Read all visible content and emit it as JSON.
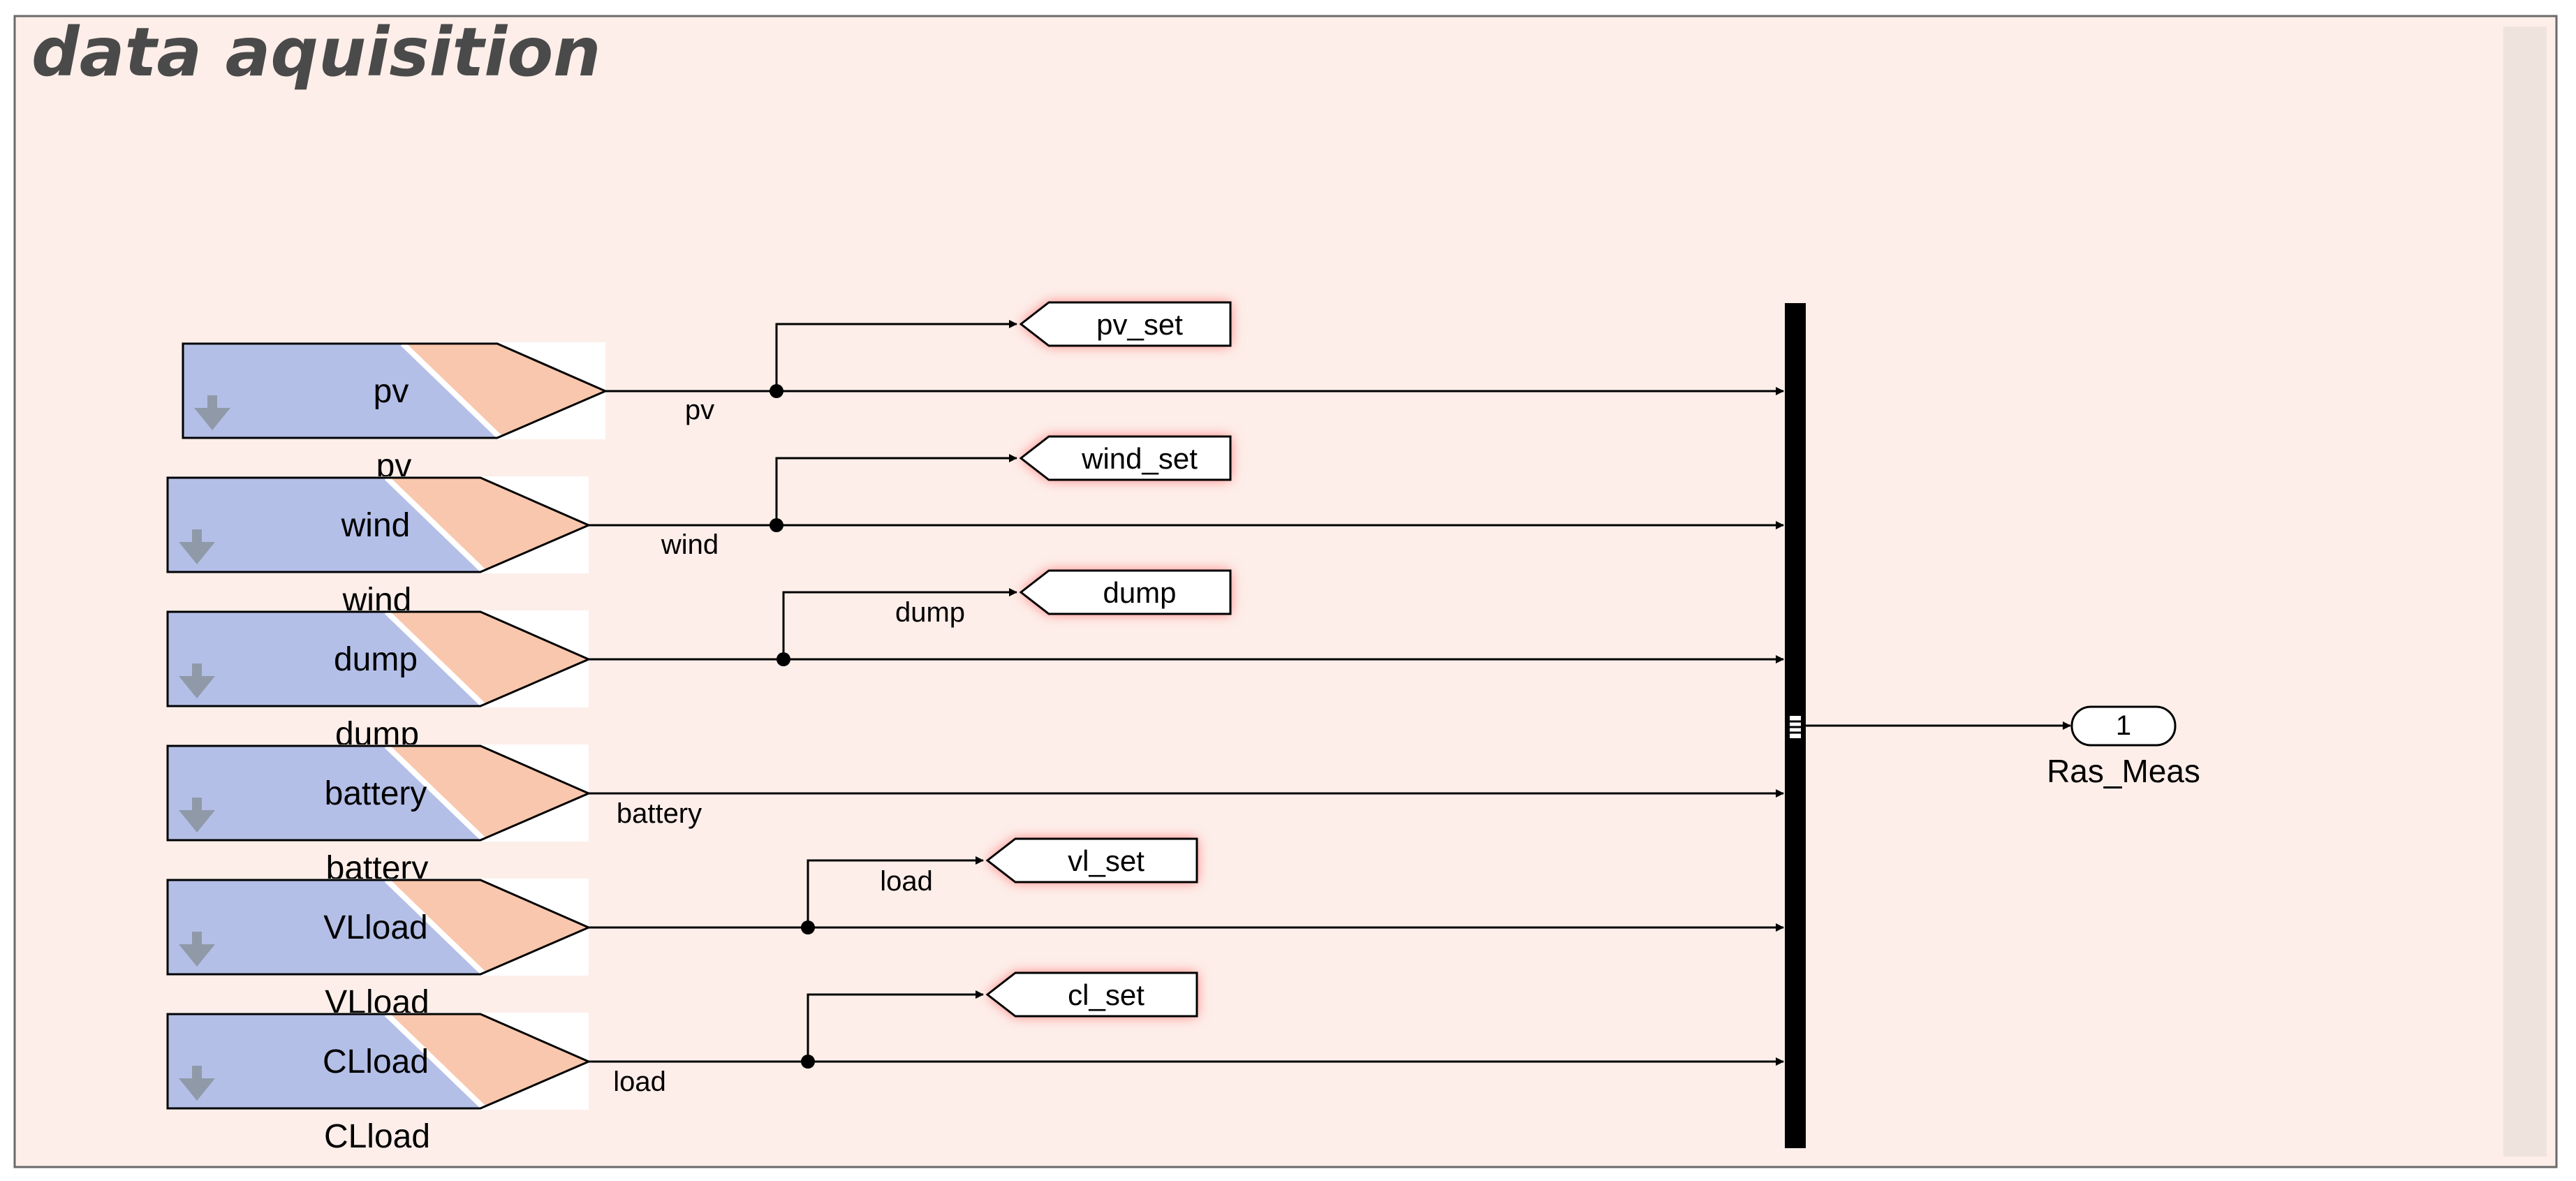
{
  "area": {
    "title": "data aquisition",
    "background": "#fdeee9",
    "scrollbar_color": "#efe3de"
  },
  "colors": {
    "block_blue": "#b4bfe8",
    "block_orange": "#f9c7ad",
    "tag_glow": "#ff7a7a",
    "line": "#000000"
  },
  "inputs": [
    {
      "label": "pv",
      "caption": "pv",
      "signal": "pv",
      "tag": "pv_set",
      "signal_label_on_branch": false
    },
    {
      "label": "wind",
      "caption": "wind",
      "signal": "wind",
      "tag": "wind_set",
      "signal_label_on_branch": false
    },
    {
      "label": "dump",
      "caption": "dump",
      "signal": "dump",
      "tag": "dump",
      "signal_label_on_branch": true
    },
    {
      "label": "battery",
      "caption": "battery",
      "signal": "battery",
      "tag": "",
      "signal_label_on_branch": false
    },
    {
      "label": "VLload",
      "caption": "VLload",
      "signal": "load",
      "tag": "vl_set",
      "signal_label_on_branch": true
    },
    {
      "label": "CLload",
      "caption": "CLload",
      "signal": "load",
      "tag": "cl_set",
      "signal_label_on_branch": false
    }
  ],
  "mux": {
    "icon": "mux-icon"
  },
  "outport": {
    "number": "1",
    "name": "Ras_Meas"
  },
  "icons": {
    "block_arrow": "arrow-down-icon"
  }
}
